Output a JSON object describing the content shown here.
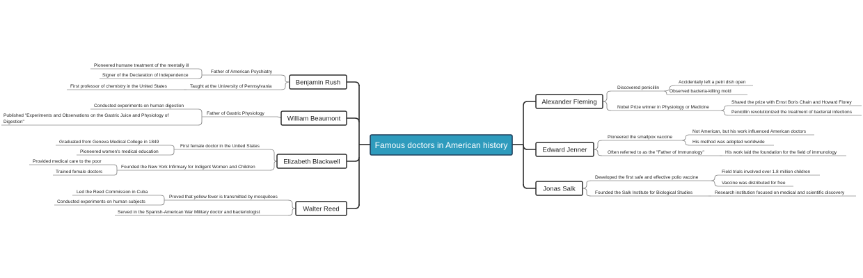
{
  "root": {
    "label": "Famous doctors in American history",
    "color": "#2e9bbd"
  },
  "doctors": [
    {
      "name": "Benjamin Rush",
      "topics": [
        {
          "label": "Father of American Psychiatry",
          "details": [
            "Pioneered humane treatment of the mentally ill",
            "Signer of the Declaration of Independence"
          ]
        },
        {
          "label": "Taught at the University of Pennsylvania",
          "details": [
            "First professor of chemistry in the United States"
          ]
        }
      ]
    },
    {
      "name": "William Beaumont",
      "topics": [
        {
          "label": "Father of Gastric Physiology",
          "details": [
            "Conducted experiments on human digestion",
            "Published \"Experiments and Observations on the Gastric Juice and Physiology of",
            "Digestion\""
          ]
        }
      ]
    },
    {
      "name": "Elizabeth Blackwell",
      "topics": [
        {
          "label": "First female doctor in the United States",
          "details": [
            "Graduated from Geneva Medical College in 1849",
            "Pioneered women's medical education"
          ]
        },
        {
          "label": "Founded the New York Infirmary for Indigent Women and Children",
          "details": [
            "Provided medical care to the poor",
            "Trained female doctors"
          ]
        }
      ]
    },
    {
      "name": "Walter Reed",
      "topics": [
        {
          "label": "Proved that yellow fever is transmitted by mosquitoes",
          "details": [
            "Led the Reed Commission in Cuba",
            "Conducted experiments on human subjects"
          ]
        },
        {
          "label": "Military doctor and bacteriologist",
          "details": [
            "Served in the Spanish-American War"
          ]
        }
      ]
    },
    {
      "name": "Alexander Fleming",
      "topics": [
        {
          "label": "Discovered penicillin",
          "details": [
            "Accidentally left a petri dish open",
            "Observed bacteria-killing mold"
          ]
        },
        {
          "label": "Nobel Prize winner in Physiology or Medicine",
          "details": [
            "Shared the prize with Ernst Boris Chain and Howard Florey",
            "Penicillin revolutionized the treatment of bacterial infections"
          ]
        }
      ]
    },
    {
      "name": "Edward Jenner",
      "topics": [
        {
          "label": "Pioneered the smallpox vaccine",
          "details": [
            "Not American, but his work influenced American doctors",
            "His method was adopted worldwide"
          ]
        },
        {
          "label": "Often referred to as the \"Father of Immunology\"",
          "details": [
            "His work laid the foundation for the field of immunology"
          ]
        }
      ]
    },
    {
      "name": "Jonas Salk",
      "topics": [
        {
          "label": "Developed the first safe and effective polio vaccine",
          "details": [
            "Field trials involved over 1.8 million children",
            "Vaccine was distributed for free"
          ]
        },
        {
          "label": "Founded the Salk Institute for Biological Studies",
          "details": [
            "Research institution focused on medical and scientific discovery"
          ]
        }
      ]
    }
  ]
}
